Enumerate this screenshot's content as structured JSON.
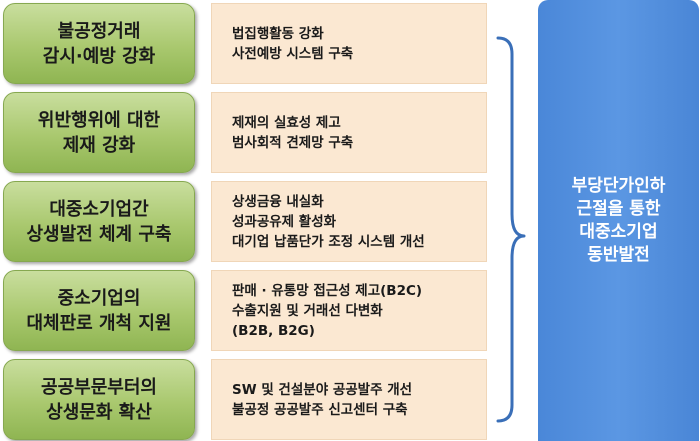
{
  "rows": [
    {
      "category": "불공정거래\n감시·예방 강화",
      "measures": "법집행활동 강화\n사전예방 시스템 구축"
    },
    {
      "category": "위반행위에 대한\n제재 강화",
      "measures": "제재의 실효성 제고\n범사회적 견제망 구축"
    },
    {
      "category": "대중소기업간\n상생발전 체계 구축",
      "measures": "상생금융 내실화\n성과공유제 활성화\n대기업 납품단가 조정 시스템 개선"
    },
    {
      "category": "중소기업의\n대체판로 개척 지원",
      "measures": "판매 · 유통망 접근성 제고(B2C)\n수출지원 및 거래선 다변화\n(B2B, B2G)"
    },
    {
      "category": "공공부문부터의\n상생문화 확산",
      "measures": "SW 및 건설분야 공공발주 개선\n불공정 공공발주 신고센터 구축"
    }
  ],
  "goal": "부당단가인하\n근절을 통한\n대중소기업\n동반발전",
  "colors": {
    "left_box": "#a9c86e",
    "mid_box": "#fbe8d2",
    "brace": "#3a6fb8",
    "goal_panel": "#5590dd"
  }
}
